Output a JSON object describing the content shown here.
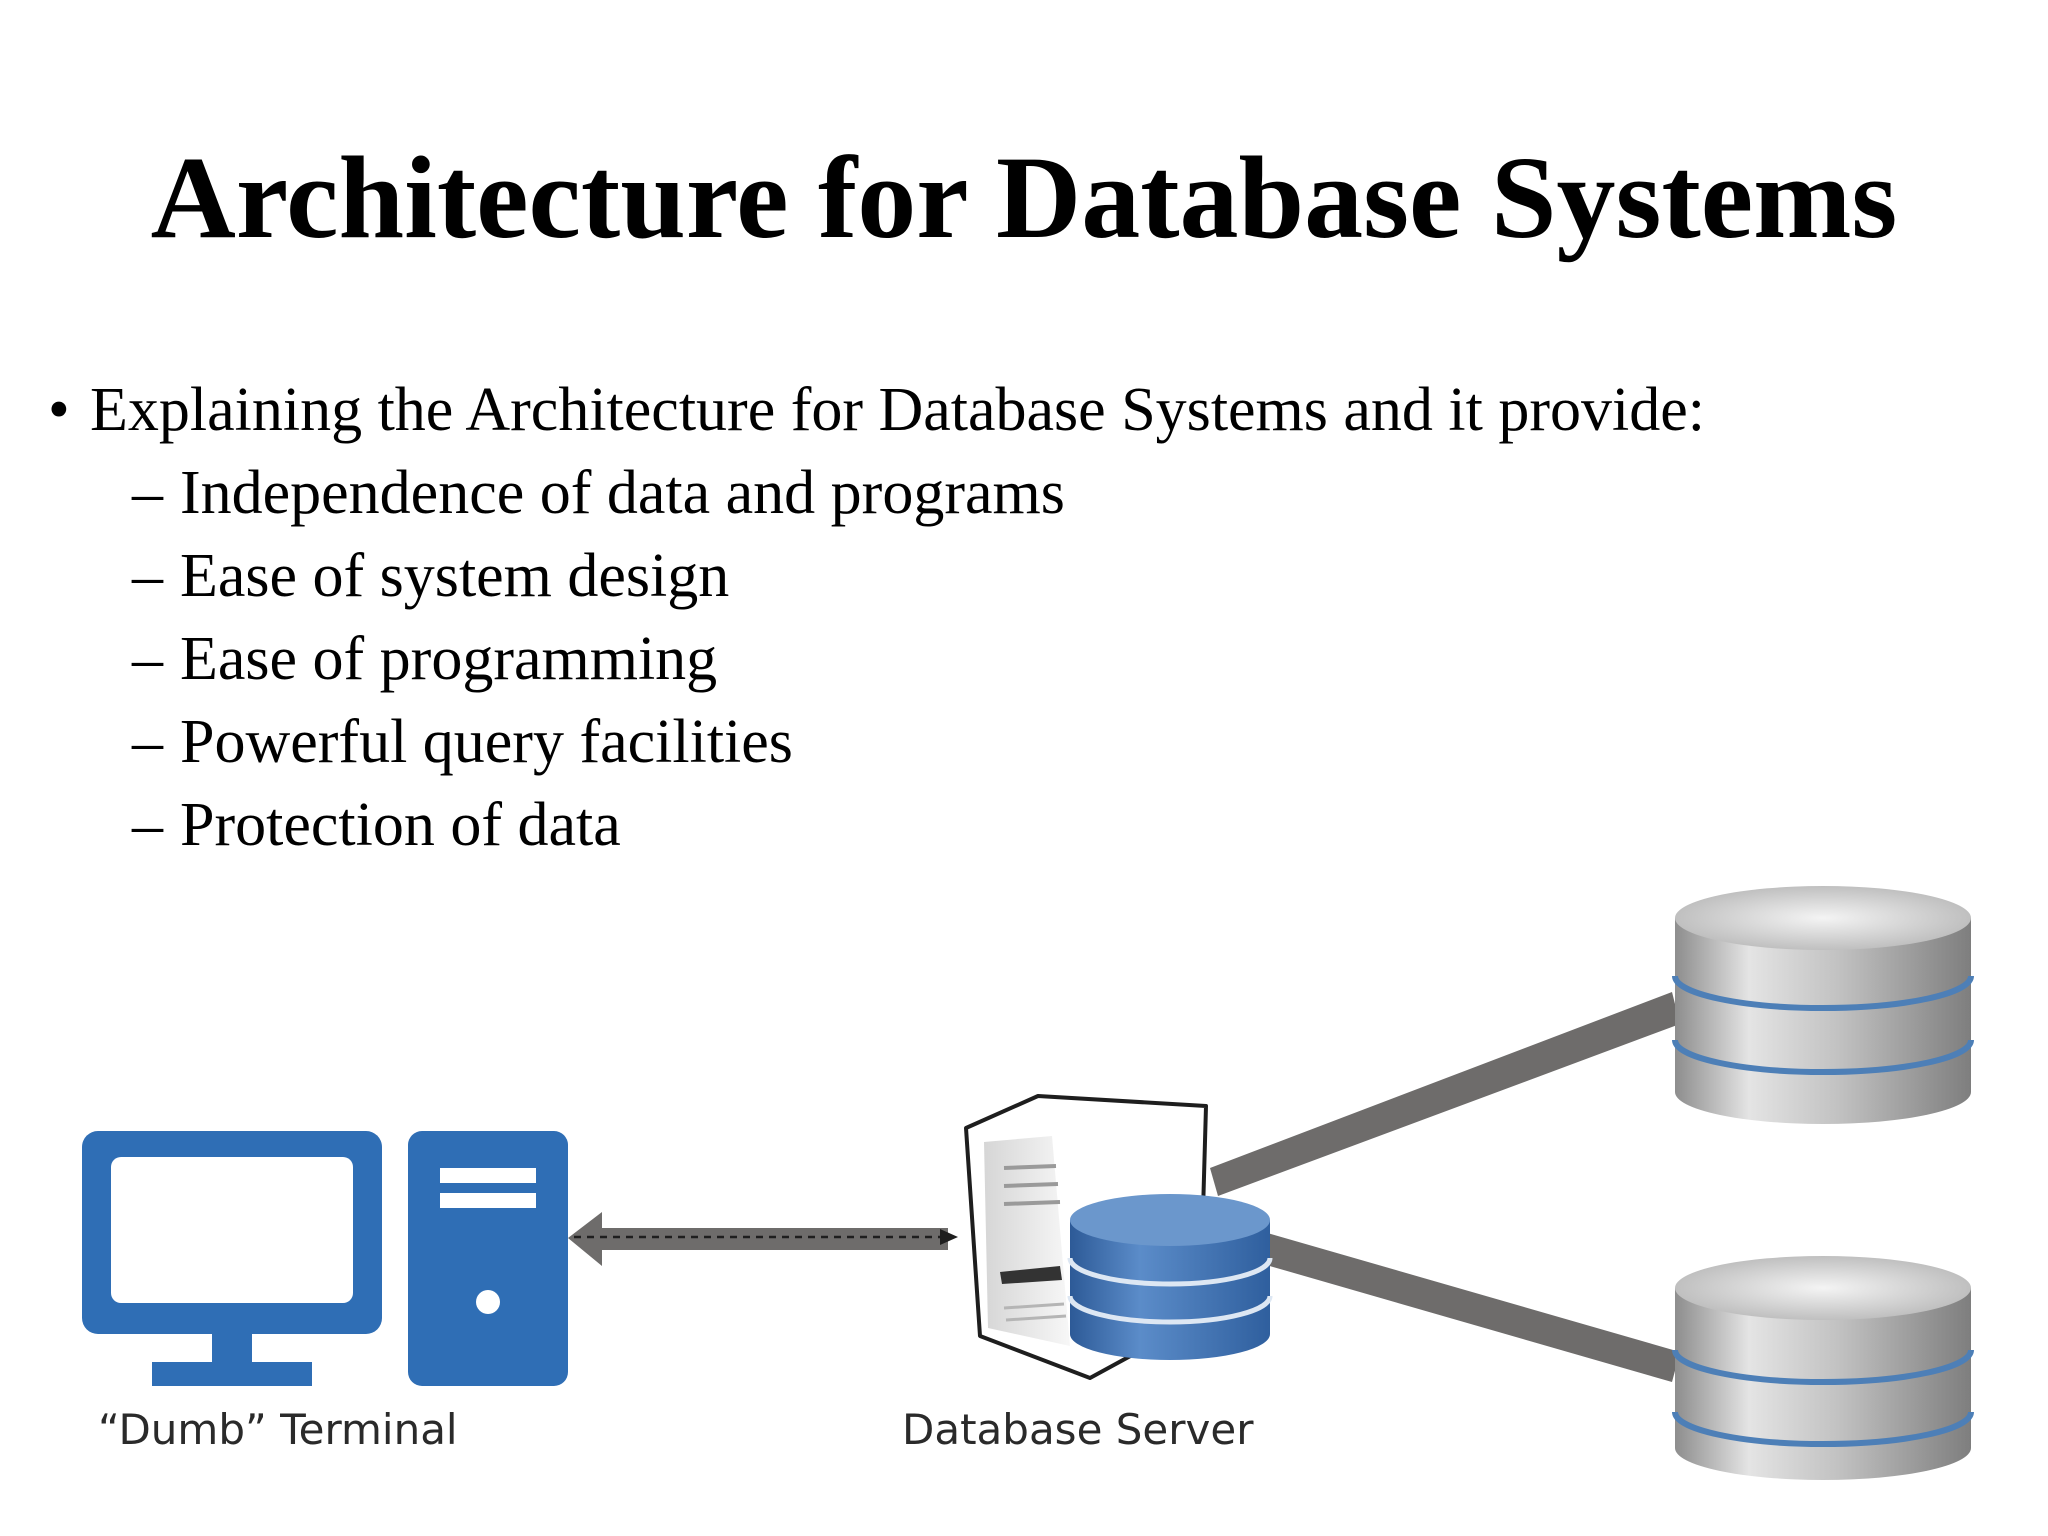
{
  "slide": {
    "title": "Architecture for Database Systems",
    "bullet": "Explaining the Architecture for Database Systems and it provide:",
    "sub_items": [
      "Independence of data and programs",
      "Ease of system design",
      "Ease of programming",
      "Powerful query facilities",
      "Protection of data"
    ]
  },
  "diagram": {
    "terminal_label": "“Dumb” Terminal",
    "server_label": "Database Server",
    "icons": [
      "monitor-icon",
      "computer-tower-icon",
      "server-icon",
      "database-icon",
      "database-icon",
      "database-icon"
    ],
    "colors": {
      "terminal_blue": "#2f6eb5",
      "server_db_blue": "#4677b6",
      "connector_gray": "#6e6c6b",
      "disk_silver": "#c9c9c9",
      "disk_ring_blue": "#4d7fb7"
    }
  }
}
